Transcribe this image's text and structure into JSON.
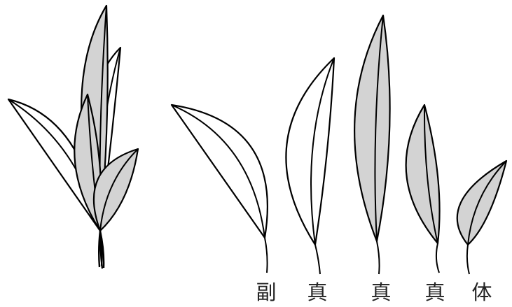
{
  "labels": {
    "leaf_1": "副",
    "leaf_2": "真",
    "leaf_3": "真",
    "leaf_4": "真",
    "leaf_5": "体"
  },
  "colors": {
    "shaded_leaf": "#d3d3d3",
    "outline": "#000000",
    "background": "#ffffff"
  }
}
